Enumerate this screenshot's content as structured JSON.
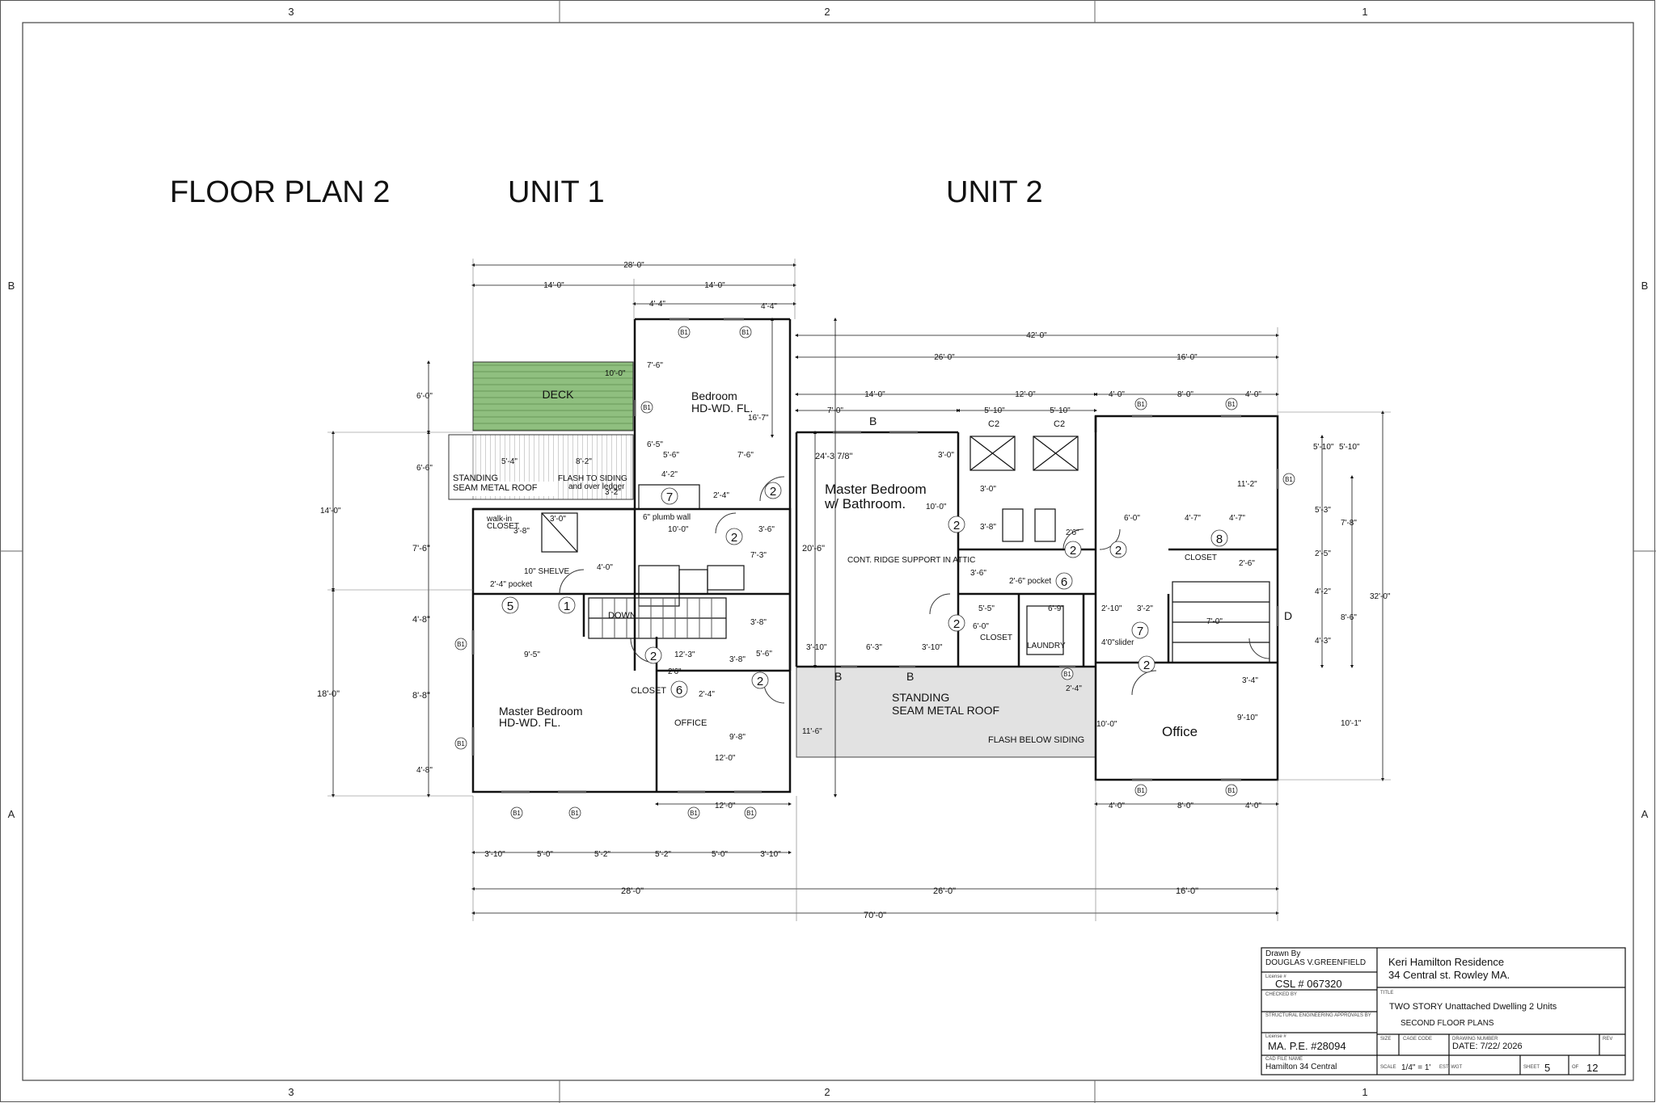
{
  "titles": {
    "floor_plan": "FLOOR PLAN 2",
    "unit1": "UNIT 1",
    "unit2": "UNIT 2"
  },
  "grid": {
    "cols": [
      "3",
      "2",
      "1"
    ],
    "rows": [
      "B",
      "A"
    ]
  },
  "rooms": {
    "deck": "DECK",
    "roof1a": "STANDING",
    "roof1b": "SEAM METAL ROOF",
    "flash_ledger_a": "FLASH TO SIDING",
    "flash_ledger_b": "and over ledger",
    "walkin_a": "walk-in",
    "walkin_b": "CLOSET",
    "shelve": "10\" SHELVE",
    "pocket1": "2'-4\" pocket",
    "plumb": "6\" plumb wall",
    "down": "DOWN",
    "bed1_a": "Bedroom",
    "bed1_b": "HD-WD. FL.",
    "mbed1_a": "Master Bedroom",
    "mbed1_b": "HD-WD. FL.",
    "closet_u1": "CLOSET",
    "office_u1": "OFFICE",
    "mbed2_a": "Master Bedroom",
    "mbed2_b": "w/ Bathroom.",
    "ridge": "CONT. RIDGE SUPPORT IN ATTIC",
    "pocket2": "2'-6\" pocket",
    "closet_u2a": "CLOSET",
    "laundry": "LAUNDRY",
    "slider": "4'0\"slider",
    "closet_u2b": "CLOSET",
    "roof2a": "STANDING",
    "roof2b": "SEAM METAL ROOF",
    "flash_below": "FLASH BELOW SIDING",
    "office_u2": "Office"
  },
  "dims": {
    "d28top": "28'-0\"",
    "d14a": "14'-0\"",
    "d14b": "14'-0\"",
    "d44a": "4'-4\"",
    "d44b": "4'-4\"",
    "d42": "42'-0\"",
    "d26top": "26'-0\"",
    "d16top": "16'-0\"",
    "d14u2": "14'-0\"",
    "d70u2": "7'-0\"",
    "d12u2": "12'-0\"",
    "d510a": "5'-10\"",
    "d510b": "5'-10\"",
    "d40a": "4'-0\"",
    "d80a": "8'-0\"",
    "d40b": "4'-0\"",
    "d100": "10'-0\"",
    "d60l": "6'-0\"",
    "d66l": "6'-6\"",
    "d140l": "14'-0\"",
    "d76l": "7'-6\"",
    "d48l": "4'-8\"",
    "d180l": "18'-0\"",
    "d88l": "8'-8\"",
    "d48l2": "4'-8\"",
    "d76b": "7'-6\"",
    "d54": "5'-4\"",
    "d82": "8'-2\"",
    "d32": "3'-2\"",
    "d38a": "3'-8\"",
    "d30a": "3'-0\"",
    "d40c": "4'-0\"",
    "d65": "6'-5\"",
    "d56": "5'-6\"",
    "d76c": "7'-6\"",
    "d42b": "4'-2\"",
    "d24": "2'-4\"",
    "d1670": "16'-7\"",
    "d1000": "10'-0\"",
    "d36": "3'-6\"",
    "d73": "7'-3\"",
    "d38b": "3'-8\"",
    "d56b": "5'-6\"",
    "d95": "9'-5\"",
    "d123": "12'-3\"",
    "d38c": "3'-8\"",
    "d26": "2'6\"",
    "d24b": "2'-4\"",
    "d98": "9'-8\"",
    "d120": "12'-0\"",
    "d120b": "12'-0\"",
    "b310a": "3'-10\"",
    "b50a": "5'-0\"",
    "b52a": "5'-2\"",
    "b52b": "5'-2\"",
    "b50b": "5'-0\"",
    "b310b": "3'-10\"",
    "t28": "28'-0\"",
    "t26": "26'-0\"",
    "t16": "16'-0\"",
    "t70": "70'-0\"",
    "d2437": "24'-3 7/8\"",
    "d206": "20'-6\"",
    "d30b": "3'-0\"",
    "d30c": "3'-0\"",
    "d38d": "3'-8\"",
    "d36b": "3'-6\"",
    "d26c": "2'6\"",
    "d60u2": "6'-0\"",
    "d47a": "4'-7\"",
    "d47b": "4'-7\"",
    "d112": "11'-2\"",
    "d26d": "2'-6\"",
    "d310c": "3'-10\"",
    "d63": "6'-3\"",
    "d310d": "3'-10\"",
    "d55": "5'-5\"",
    "d69": "6'-9\"",
    "d210": "2'-10\"",
    "d32b": "3'-2\"",
    "d60c": "6'-0\"",
    "d70b": "7'-0\"",
    "d24c": "2'-4\"",
    "d34": "3'-4\"",
    "d116": "11'-6\"",
    "d100b": "10'-0\"",
    "d910": "9'-10\"",
    "r510a": "5'-10\"",
    "r510b": "5'-10\"",
    "r53": "5'-3\"",
    "r78": "7'-8\"",
    "r25": "2'-5\"",
    "r42": "4'-2\"",
    "r86": "8'-6\"",
    "r43": "4'-3\"",
    "r320": "32'-0\"",
    "r101": "10'-1\"",
    "u2b40a": "4'-0\"",
    "u2b80": "8'-0\"",
    "u2b40b": "4'-0\""
  },
  "tags": {
    "b1": "B1",
    "b": "B",
    "c2": "C2",
    "d": "D",
    "n1": "1",
    "n2": "2",
    "n5": "5",
    "n6": "6",
    "n7": "7",
    "n8": "8"
  },
  "title_block": {
    "drawn_by_label": "Drawn By",
    "drawn_by": "DOUGLAS V.GREENFIELD",
    "license_label": "License #",
    "license": "CSL # 067320",
    "checked_label": "CHECKED BY",
    "struct_label": "STRUCTURAL ENGINEERING APPROVALS BY",
    "pe_label": "License #",
    "pe": "MA. P.E. #28094",
    "cad_label": "CAD FILE NAME",
    "cad": "Hamilton 34 Central",
    "client1": "Keri Hamilton Residence",
    "client2": "34 Central st. Rowley MA.",
    "title_label": "TITLE",
    "title1": "TWO STORY Unattached Dwelling 2 Units",
    "title2": "SECOND FLOOR PLANS",
    "size_label": "SIZE",
    "cage_label": "CAGE CODE",
    "drawing_label": "DRAWING NUMBER",
    "date": "DATE: 7/22/ 2026",
    "rev_label": "REV",
    "scale_label": "SCALE",
    "scale": "1/4\" = 1'",
    "est_label": "EST. WGT",
    "sheet_label": "SHEET",
    "sheet": "5",
    "of_label": "OF",
    "of": "12"
  }
}
